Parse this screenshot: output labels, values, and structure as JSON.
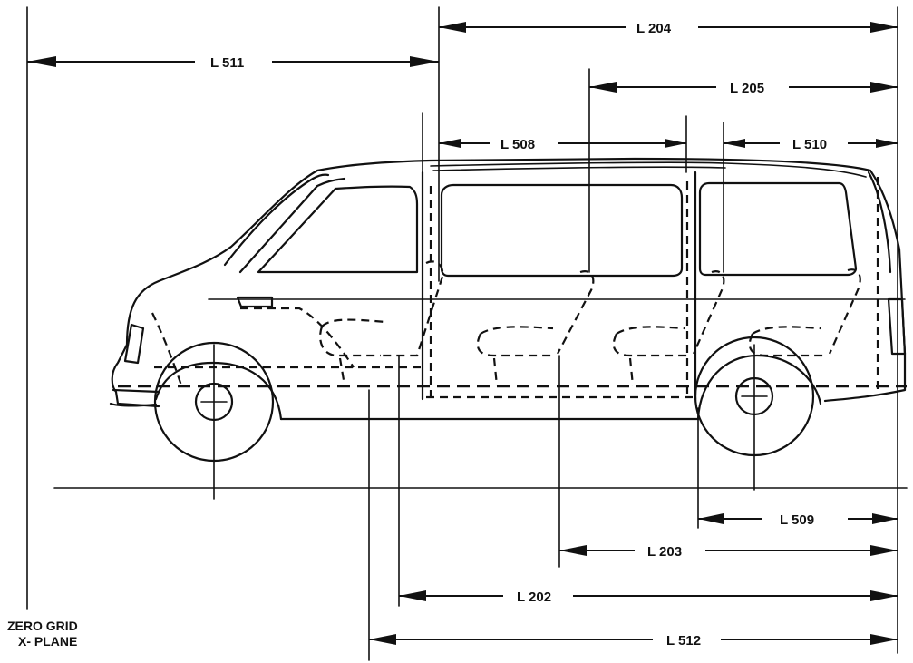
{
  "diagram": {
    "labels": {
      "l204": "L 204",
      "l511": "L 511",
      "l205": "L 205",
      "l508": "L 508",
      "l510": "L 510",
      "l509": "L 509",
      "l203": "L 203",
      "l202": "L 202",
      "l512": "L 512"
    },
    "zero_grid": {
      "line1": "ZERO GRID",
      "line2": "X- PLANE"
    }
  }
}
